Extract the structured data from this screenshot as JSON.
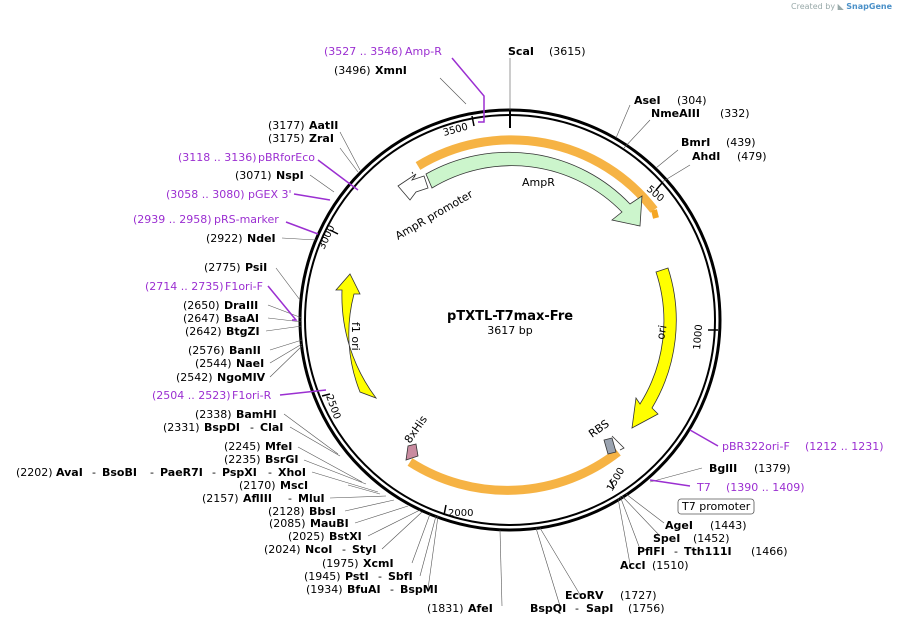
{
  "watermark": {
    "prefix": "Created by",
    "brand": "SnapGene"
  },
  "map": {
    "name": "pTXTL-T7max-Fre",
    "size": "3617 bp",
    "ticks": [
      "500",
      "1000",
      "1500",
      "2000",
      "2500",
      "3000",
      "3500"
    ]
  },
  "features": {
    "ampr": "AmpR",
    "ampr_promoter": "AmpR promoter",
    "ori": "ori",
    "f1ori": "f1 ori",
    "his": "8xHis",
    "rbs": "RBS",
    "t7prom": "T7 promoter"
  },
  "sites": {
    "scai": {
      "name": "ScaI",
      "pos": "(3615)"
    },
    "xmni": {
      "name": "XmnI",
      "pos": "(3496)"
    },
    "asei": {
      "name": "AseI",
      "pos": "(304)"
    },
    "nmeaiii": {
      "name": "NmeAIII",
      "pos": "(332)"
    },
    "bmri": {
      "name": "BmrI",
      "pos": "(439)"
    },
    "ahdi": {
      "name": "AhdI",
      "pos": "(479)"
    },
    "aatii": {
      "name": "AatII",
      "pos": "(3177)"
    },
    "zrai": {
      "name": "ZraI",
      "pos": "(3175)"
    },
    "nspi": {
      "name": "NspI",
      "pos": "(3071)"
    },
    "ndei": {
      "name": "NdeI",
      "pos": "(2922)"
    },
    "psii": {
      "name": "PsiI",
      "pos": "(2775)"
    },
    "draiii": {
      "name": "DraIII",
      "pos": "(2650)"
    },
    "bsaai": {
      "name": "BsaAI",
      "pos": "(2647)"
    },
    "btgzi": {
      "name": "BtgZI",
      "pos": "(2642)"
    },
    "banii": {
      "name": "BanII",
      "pos": "(2576)"
    },
    "naei": {
      "name": "NaeI",
      "pos": "(2544)"
    },
    "ngomiv": {
      "name": "NgoMIV",
      "pos": "(2542)"
    },
    "bamhi": {
      "name": "BamHI",
      "pos": "(2338)"
    },
    "bspdi": {
      "name": "BspDI",
      "pos": "(2331)",
      "alt": "ClaI"
    },
    "mfei": {
      "name": "MfeI",
      "pos": "(2245)"
    },
    "bsrgi": {
      "name": "BsrGI",
      "pos": "(2235)"
    },
    "avai": {
      "pos": "(2202)",
      "names": [
        "AvaI",
        "BsoBI",
        "PaeR7I",
        "PspXI",
        "XhoI"
      ]
    },
    "msci": {
      "name": "MscI",
      "pos": "(2170)"
    },
    "afliii": {
      "name": "AflIII",
      "pos": "(2157)",
      "alt": "MluI"
    },
    "bbsi": {
      "name": "BbsI",
      "pos": "(2128)"
    },
    "maubi": {
      "name": "MauBI",
      "pos": "(2085)"
    },
    "bstxi": {
      "name": "BstXI",
      "pos": "(2025)"
    },
    "ncoi": {
      "name": "NcoI",
      "pos": "(2024)",
      "alt": "StyI"
    },
    "xcmi": {
      "name": "XcmI",
      "pos": "(1975)"
    },
    "psti": {
      "name": "PstI",
      "pos": "(1945)",
      "alt": "SbfI"
    },
    "bfuai": {
      "name": "BfuAI",
      "pos": "(1934)",
      "alt": "BspMI"
    },
    "afei": {
      "name": "AfeI",
      "pos": "(1831)"
    },
    "ecorv": {
      "name": "EcoRV",
      "pos": "(1727)"
    },
    "bspqi": {
      "name": "BspQI",
      "pos": "(1756)",
      "alt": "SapI"
    },
    "bglii": {
      "name": "BglII",
      "pos": "(1379)"
    },
    "agei": {
      "name": "AgeI",
      "pos": "(1443)"
    },
    "spei": {
      "name": "SpeI",
      "pos": "(1452)"
    },
    "pflfi": {
      "name": "PflFI",
      "pos": "(1466)",
      "alt": "Tth111I"
    },
    "acci": {
      "name": "AccI",
      "pos": "(1510)"
    }
  },
  "primers": {
    "ampr": {
      "range": "(3527 .. 3546)",
      "name": "Amp-R"
    },
    "pbrforeco": {
      "range": "(3118 .. 3136)",
      "name": "pBRforEco"
    },
    "pgex3": {
      "range": "(3058 .. 3080)",
      "name": "pGEX 3'"
    },
    "prsmarker": {
      "range": "(2939 .. 2958)",
      "name": "pRS-marker"
    },
    "f1orif": {
      "range": "(2714 .. 2735)",
      "name": "F1ori-F"
    },
    "f1orir": {
      "range": "(2504 .. 2523)",
      "name": "F1ori-R"
    },
    "pbr322orif": {
      "name": "pBR322ori-F",
      "range": "(1212 .. 1231)"
    },
    "t7": {
      "name": "T7",
      "range": "(1390 .. 1409)"
    }
  },
  "colors": {
    "primer": "#9b2fd1",
    "ampr_fill": "#ccf5cc",
    "ori_fill": "#ffff00",
    "highlight": "#f5a623",
    "his_fill": "#c98ba0",
    "rbs_fill": "#9aa3b0"
  }
}
